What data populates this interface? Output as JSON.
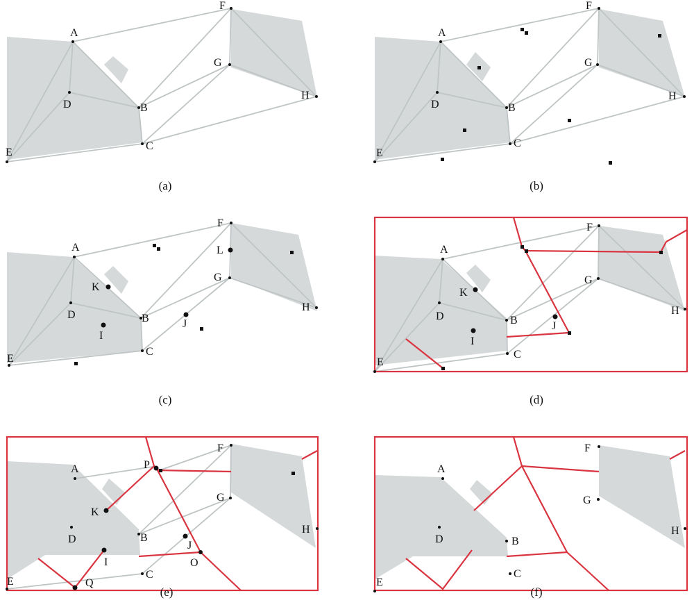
{
  "captions": [
    "(a)",
    "(b)",
    "(c)",
    "(d)",
    "(e)",
    "(f)"
  ],
  "vertex_labels": {
    "A": "A",
    "B": "B",
    "C": "C",
    "D": "D",
    "E": "E",
    "F": "F",
    "G": "G",
    "H": "H",
    "I": "I",
    "J": "J",
    "K": "K",
    "L": "L",
    "O": "O",
    "P": "P",
    "Q": "Q"
  },
  "colors": {
    "obstacle_fill": "#d5d9d9",
    "graph_edge": "#bfc4c4",
    "voronoi": "#d9343f",
    "point": "#111111"
  }
}
